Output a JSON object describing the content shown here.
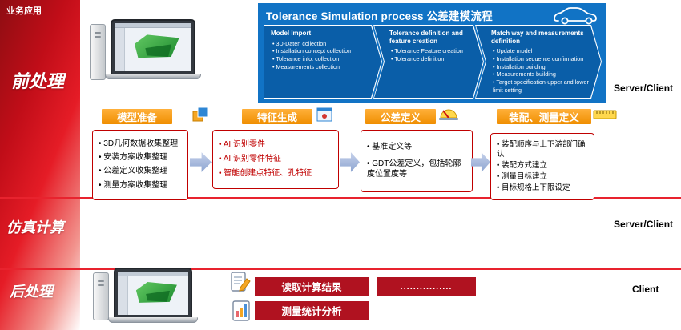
{
  "header": {
    "corner_label": "业务应用"
  },
  "rows": [
    {
      "label": "前处理",
      "server_label": "Server/Client"
    },
    {
      "label": "仿真计算",
      "server_label": "Server/Client"
    },
    {
      "label": "后处理",
      "server_label": "Client"
    }
  ],
  "banner": {
    "title": "Tolerance Simulation process 公差建模流程",
    "stages": [
      {
        "title": "Model Import",
        "bullets": [
          "3D-Daten collection",
          "Installation concept collection",
          "Tolerance info. collection",
          "Measurements collection"
        ]
      },
      {
        "title": "Tolerance definition and feature creation",
        "bullets": [
          "Tolerance Feature creation",
          "Tolerance definition"
        ]
      },
      {
        "title": "Match way and measurements definition",
        "bullets": [
          "Update model",
          "Installation sequence confirmation",
          "Installation building",
          "Measurements building",
          "Target specification-upper and lower limit setting"
        ]
      }
    ]
  },
  "pipeline": {
    "steps": [
      {
        "label": "模型准备",
        "items": [
          "3D几何数据收集整理",
          "安装方案收集整理",
          "公差定义收集整理",
          "测量方案收集整理"
        ]
      },
      {
        "label": "特征生成",
        "items": [
          "AI 识别零件",
          "AI 识别零件特征",
          "智能创建点特征、孔特征"
        ]
      },
      {
        "label": "公差定义",
        "items": [
          "基准定义等",
          "GDT公差定义，包括轮廓度位置度等"
        ]
      },
      {
        "label": "装配、测量定义",
        "items": [
          "装配顺序与上下游部门确认",
          "装配方式建立",
          "测量目标建立",
          "目标规格上下限设定"
        ]
      }
    ]
  },
  "post": {
    "actions": [
      "读取计算结果",
      "测量统计分析"
    ],
    "ellipsis": "................"
  },
  "icons": {
    "car": "car-icon",
    "step1": "layers-icon",
    "step2": "window-feature-icon",
    "step3": "gauge-icon",
    "step4": "ruler-icon",
    "doc1": "document-edit-icon",
    "doc2": "bar-chart-doc-icon",
    "workstation": "laptop-cad-icon",
    "server": "server-tower-icon"
  },
  "colors": {
    "band_red_dark": "#8e0d12",
    "band_red": "#e51c26",
    "banner_blue": "#1173c5",
    "chevron_blue": "#0a5ea8",
    "step_orange": "#ef8e00",
    "box_border_red": "#c00000",
    "highlight_text_red": "#c00000",
    "action_red": "#b01220",
    "arrow_blue": "#8aa2cf",
    "divider_red": "#e8232e"
  }
}
